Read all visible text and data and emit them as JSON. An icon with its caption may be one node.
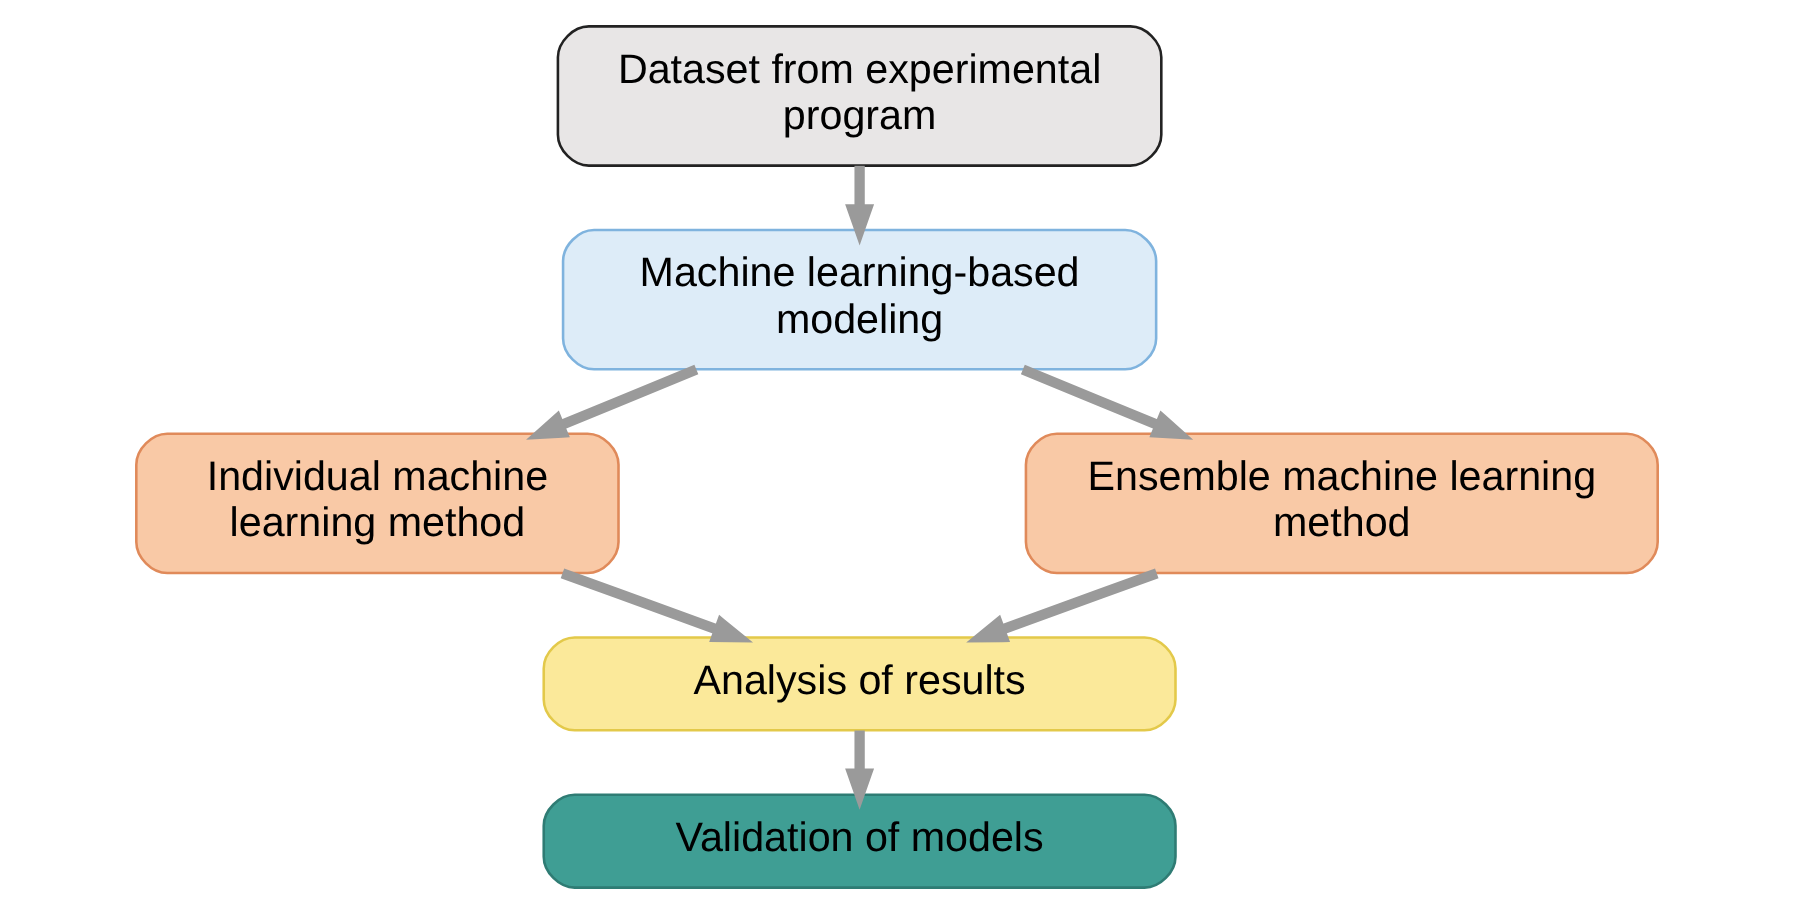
{
  "diagram": {
    "nodes": [
      {
        "text": [
          "Dataset from experimental program"
        ]
      },
      {
        "text": [
          "Machine learning-based modeling"
        ]
      },
      {
        "text": [
          "Individual machine learning method"
        ]
      },
      {
        "text": [
          "Ensemble machine learning method"
        ]
      },
      {
        "text": [
          "Analysis of results"
        ]
      },
      {
        "text": [
          "Validation of models"
        ]
      }
    ],
    "edges": [
      {
        "from": 0,
        "to": 1,
        "arrow": "to"
      },
      {
        "from": 1,
        "to": 2,
        "arrow": "to"
      },
      {
        "from": 1,
        "to": 3,
        "arrow": "to"
      },
      {
        "from": 2,
        "to": 4,
        "arrow": "to"
      },
      {
        "from": 3,
        "to": 4,
        "arrow": "to"
      },
      {
        "from": 4,
        "to": 5,
        "arrow": "to"
      }
    ]
  }
}
